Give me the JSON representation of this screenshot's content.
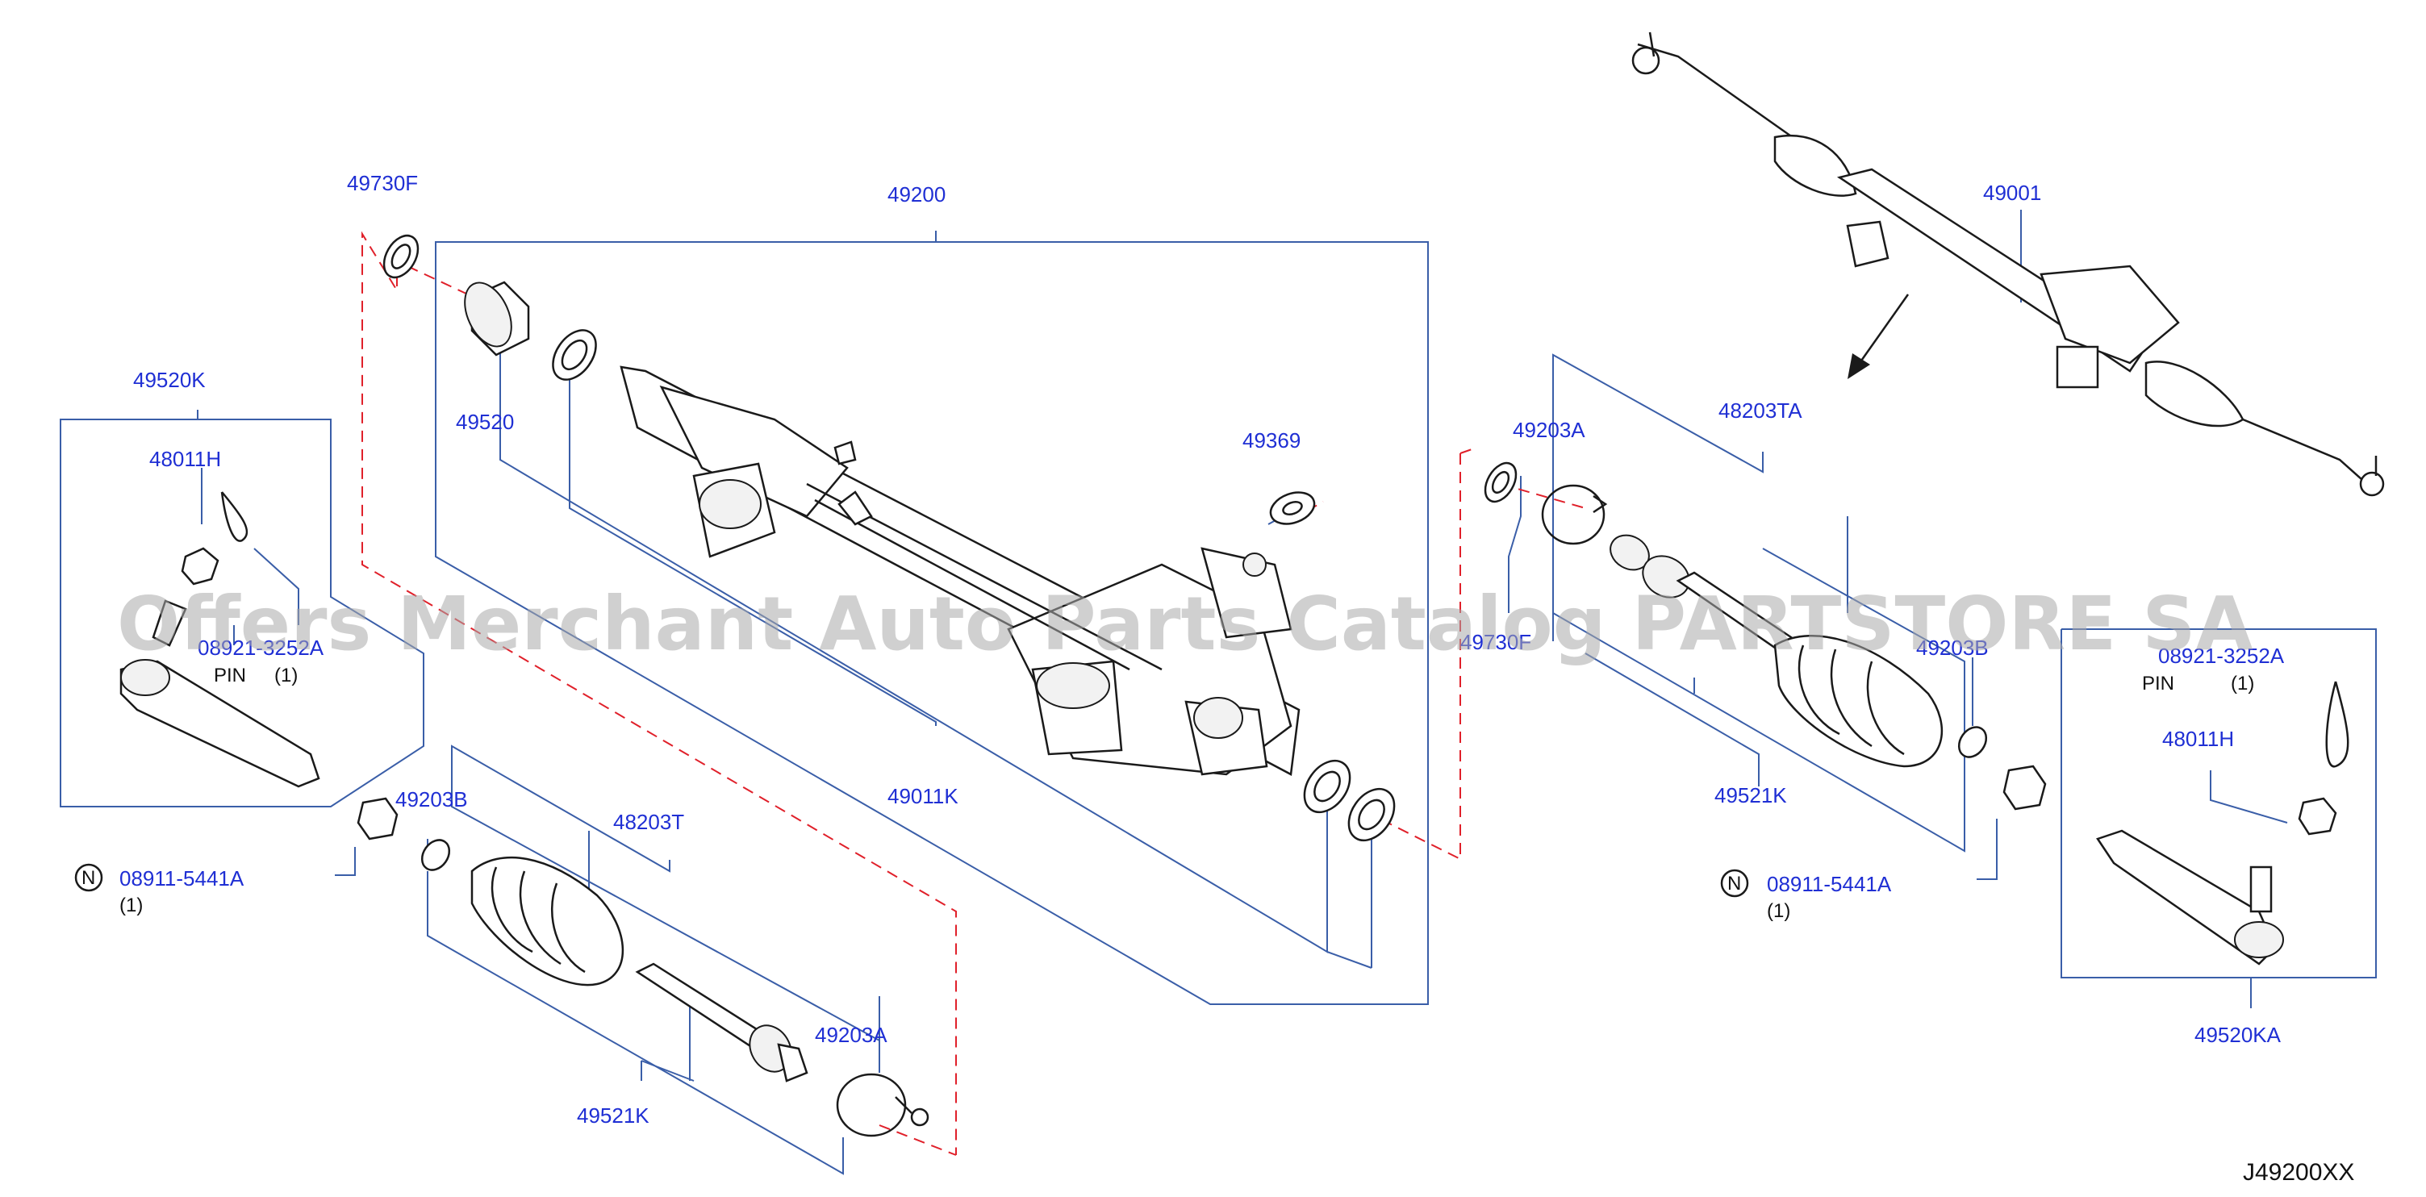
{
  "labels": {
    "p49730F": "49730F",
    "p49200": "49200",
    "p49520K": "49520K",
    "p48011H_left": "48011H",
    "p49520": "49520",
    "p49369": "49369",
    "p08921_left": "08921-3252A",
    "pin_left": "PIN",
    "qty_pin_left": "(1)",
    "p49203B": "49203B",
    "p48203T": "48203T",
    "p49011K": "49011K",
    "n_left": "N",
    "p08911_left": "08911-5441A",
    "qty_nut_left": "(1)",
    "p49203A_bottom": "49203A",
    "p49521K_left": "49521K",
    "p49001": "49001",
    "p49203A_right": "49203A",
    "p48203TA": "48203TA",
    "p49730F_right": "49730F",
    "p49203B_right": "49203B",
    "p49521K_right": "49521K",
    "n_right": "N",
    "p08911_right": "08911-5441A",
    "qty_nut_right": "(1)",
    "p08921_right": "08921-3252A",
    "pin_right": "PIN",
    "qty_pin_right": "(1)",
    "p48011H_right": "48011H",
    "p49520KA": "49520KA",
    "diagram_code": "J49200XX"
  },
  "watermark": "Offers Merchant Auto Parts Catalog PARTSTORE SA",
  "colors": {
    "label_blue": "#1f2fd4",
    "leader_blue": "#3a5ea8",
    "dashed_red": "#e0202a",
    "watermark_gray": "#a9a9a9"
  }
}
